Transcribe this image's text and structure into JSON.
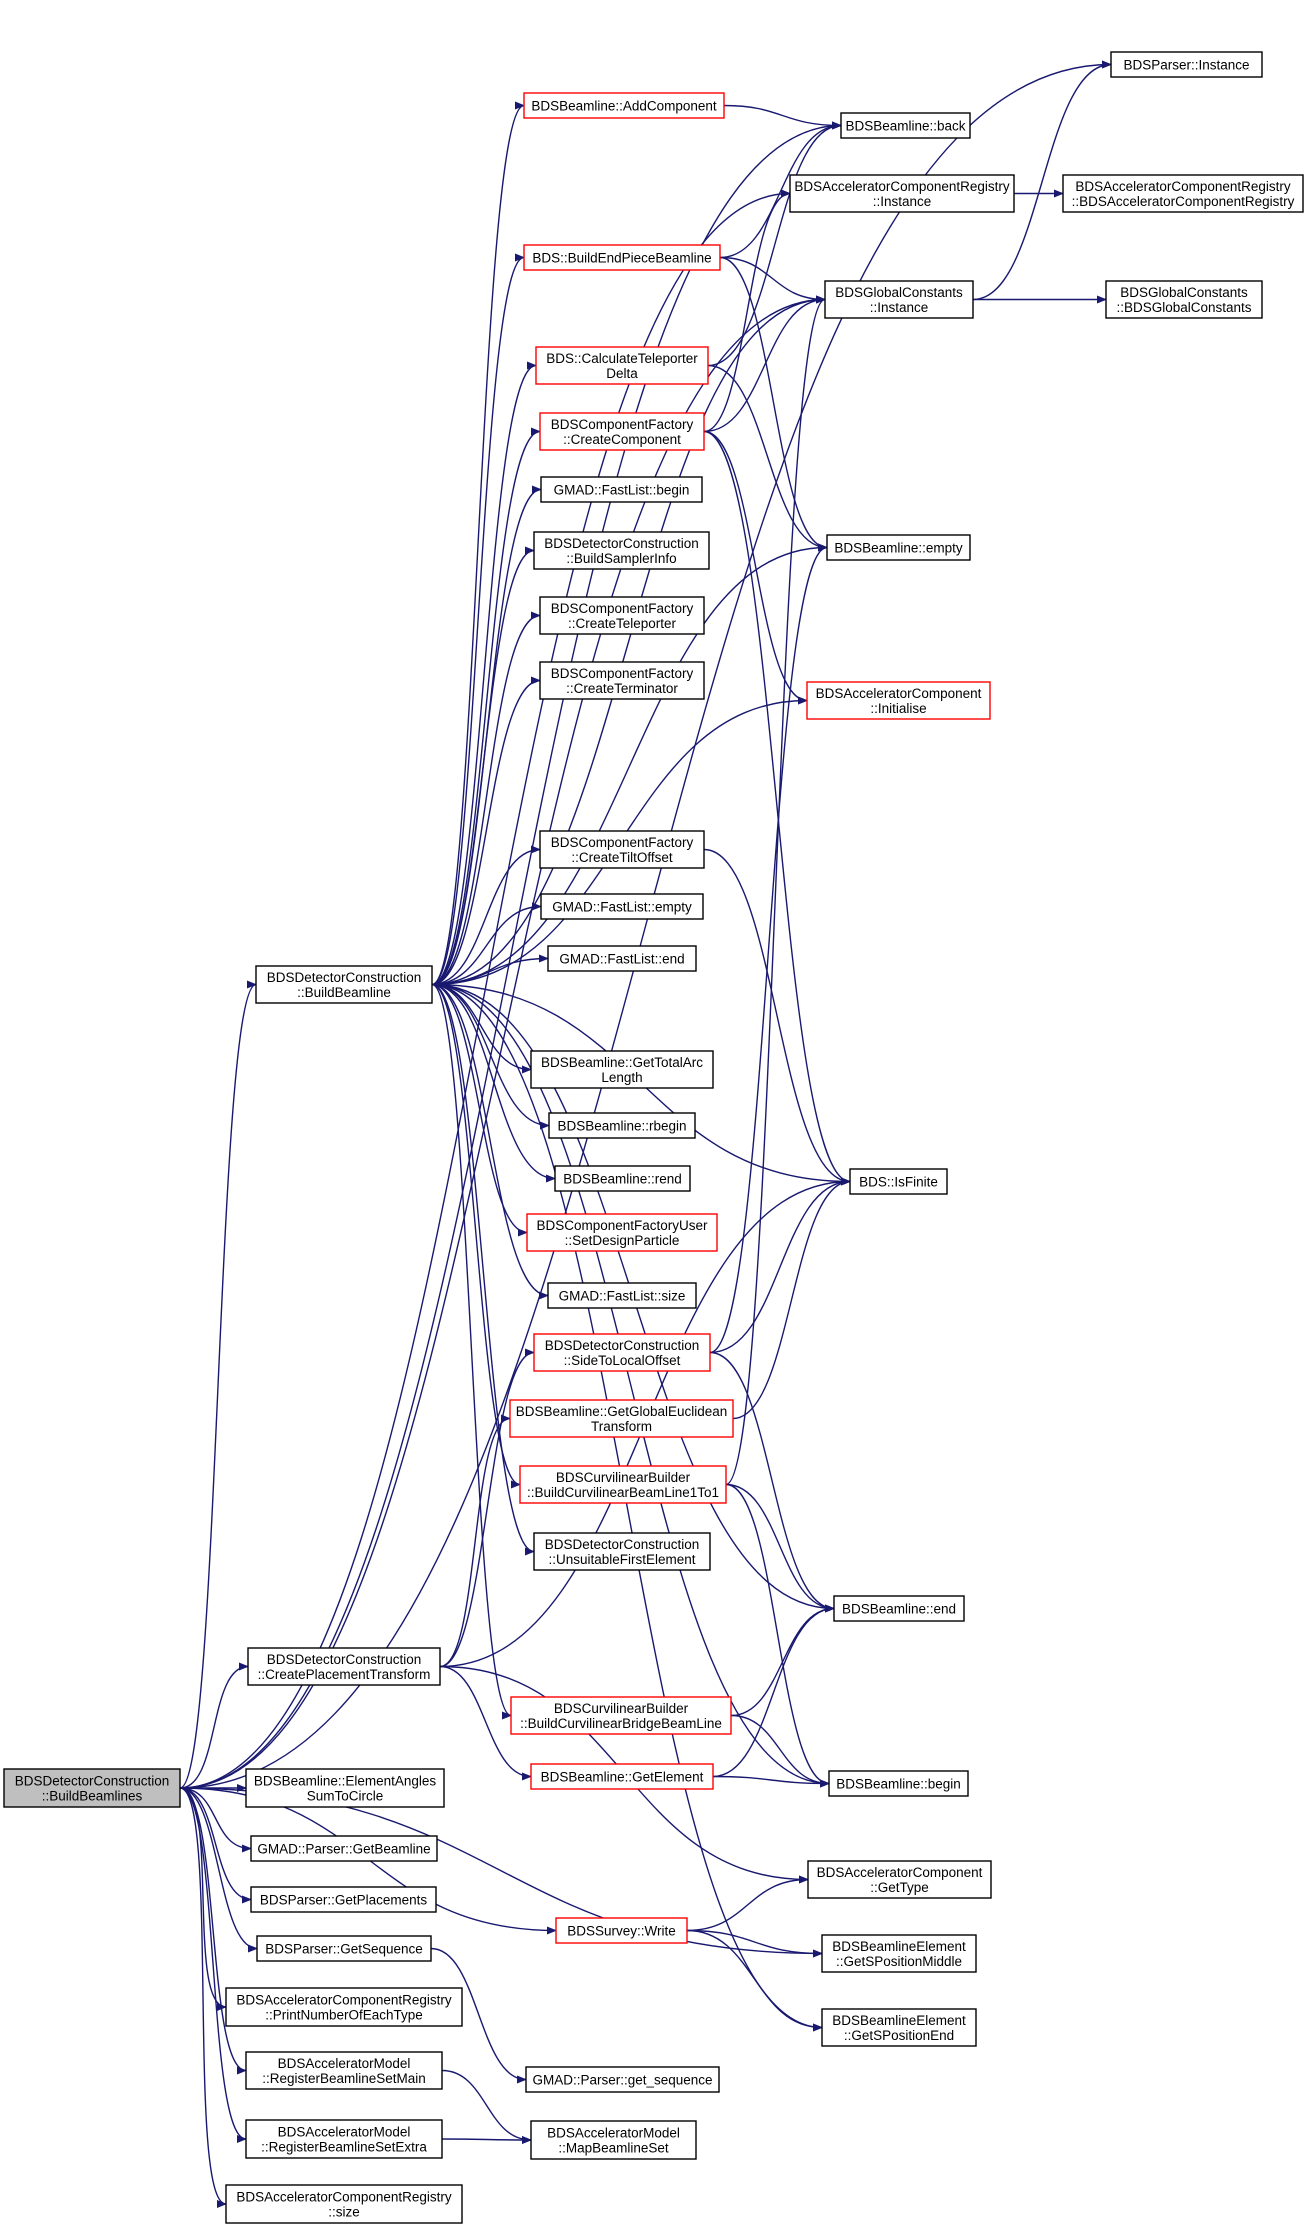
{
  "colors": {
    "edge": "#191970",
    "root_fill": "#bfbfbf",
    "node_fill": "#ffffff",
    "node_border": "#000000",
    "incomplete_border": "#ff0000"
  },
  "nodes": [
    {
      "id": "root",
      "lines": [
        "BDSDetectorConstruction",
        "::BuildBeamlines"
      ],
      "style": "root"
    },
    {
      "id": "parser_instance",
      "lines": [
        "BDSParser::Instance"
      ],
      "style": "normal"
    },
    {
      "id": "bl_back",
      "lines": [
        "BDSBeamline::back"
      ],
      "style": "normal"
    },
    {
      "id": "addcomponent",
      "lines": [
        "BDSBeamline::AddComponent"
      ],
      "style": "incomplete"
    },
    {
      "id": "acr_instance",
      "lines": [
        "BDSAcceleratorComponentRegistry",
        "::Instance"
      ],
      "style": "normal"
    },
    {
      "id": "acr_ctor",
      "lines": [
        "BDSAcceleratorComponentRegistry",
        "::BDSAcceleratorComponentRegistry"
      ],
      "style": "normal"
    },
    {
      "id": "buildendpiece",
      "lines": [
        "BDS::BuildEndPieceBeamline"
      ],
      "style": "incomplete"
    },
    {
      "id": "gc_instance",
      "lines": [
        "BDSGlobalConstants",
        "::Instance"
      ],
      "style": "normal"
    },
    {
      "id": "gc_ctor",
      "lines": [
        "BDSGlobalConstants",
        "::BDSGlobalConstants"
      ],
      "style": "normal"
    },
    {
      "id": "calcteleporter",
      "lines": [
        "BDS::CalculateTeleporter",
        "Delta"
      ],
      "style": "incomplete"
    },
    {
      "id": "createcomponent",
      "lines": [
        "BDSComponentFactory",
        "::CreateComponent"
      ],
      "style": "incomplete"
    },
    {
      "id": "fl_begin",
      "lines": [
        "GMAD::FastList::begin"
      ],
      "style": "normal"
    },
    {
      "id": "bl_empty",
      "lines": [
        "BDSBeamline::empty"
      ],
      "style": "normal"
    },
    {
      "id": "buildsamplerinfo",
      "lines": [
        "BDSDetectorConstruction",
        "::BuildSamplerInfo"
      ],
      "style": "normal"
    },
    {
      "id": "createteleporter",
      "lines": [
        "BDSComponentFactory",
        "::CreateTeleporter"
      ],
      "style": "normal"
    },
    {
      "id": "createterminator",
      "lines": [
        "BDSComponentFactory",
        "::CreateTerminator"
      ],
      "style": "normal"
    },
    {
      "id": "ac_initialise",
      "lines": [
        "BDSAcceleratorComponent",
        "::Initialise"
      ],
      "style": "incomplete"
    },
    {
      "id": "createtiltoffset",
      "lines": [
        "BDSComponentFactory",
        "::CreateTiltOffset"
      ],
      "style": "normal"
    },
    {
      "id": "fl_empty",
      "lines": [
        "GMAD::FastList::empty"
      ],
      "style": "normal"
    },
    {
      "id": "fl_end",
      "lines": [
        "GMAD::FastList::end"
      ],
      "style": "normal"
    },
    {
      "id": "buildbeamline",
      "lines": [
        "BDSDetectorConstruction",
        "::BuildBeamline"
      ],
      "style": "normal"
    },
    {
      "id": "gettotalarc",
      "lines": [
        "BDSBeamline::GetTotalArc",
        "Length"
      ],
      "style": "normal"
    },
    {
      "id": "bl_rbegin",
      "lines": [
        "BDSBeamline::rbegin"
      ],
      "style": "normal"
    },
    {
      "id": "bl_rend",
      "lines": [
        "BDSBeamline::rend"
      ],
      "style": "normal"
    },
    {
      "id": "isfinite",
      "lines": [
        "BDS::IsFinite"
      ],
      "style": "normal"
    },
    {
      "id": "setdesignparticle",
      "lines": [
        "BDSComponentFactoryUser",
        "::SetDesignParticle"
      ],
      "style": "incomplete"
    },
    {
      "id": "fl_size",
      "lines": [
        "GMAD::FastList::size"
      ],
      "style": "normal"
    },
    {
      "id": "sidetolocal",
      "lines": [
        "BDSDetectorConstruction",
        "::SideToLocalOffset"
      ],
      "style": "incomplete"
    },
    {
      "id": "getglobaleuclid",
      "lines": [
        "BDSBeamline::GetGlobalEuclidean",
        "Transform"
      ],
      "style": "incomplete"
    },
    {
      "id": "buildcurv1to1",
      "lines": [
        "BDSCurvilinearBuilder",
        "::BuildCurvilinearBeamLine1To1"
      ],
      "style": "incomplete"
    },
    {
      "id": "unsuitablefirst",
      "lines": [
        "BDSDetectorConstruction",
        "::UnsuitableFirstElement"
      ],
      "style": "normal"
    },
    {
      "id": "bl_end",
      "lines": [
        "BDSBeamline::end"
      ],
      "style": "normal"
    },
    {
      "id": "createplacement",
      "lines": [
        "BDSDetectorConstruction",
        "::CreatePlacementTransform"
      ],
      "style": "normal"
    },
    {
      "id": "buildcurvbridge",
      "lines": [
        "BDSCurvilinearBuilder",
        "::BuildCurvilinearBridgeBeamLine"
      ],
      "style": "incomplete"
    },
    {
      "id": "bl_begin",
      "lines": [
        "BDSBeamline::begin"
      ],
      "style": "normal"
    },
    {
      "id": "getelement",
      "lines": [
        "BDSBeamline::GetElement"
      ],
      "style": "incomplete"
    },
    {
      "id": "elementangles",
      "lines": [
        "BDSBeamline::ElementAngles",
        "SumToCircle"
      ],
      "style": "normal"
    },
    {
      "id": "parser_getbeamline",
      "lines": [
        "GMAD::Parser::GetBeamline"
      ],
      "style": "normal"
    },
    {
      "id": "getplacements",
      "lines": [
        "BDSParser::GetPlacements"
      ],
      "style": "normal"
    },
    {
      "id": "ac_gettype",
      "lines": [
        "BDSAcceleratorComponent",
        "::GetType"
      ],
      "style": "normal"
    },
    {
      "id": "survey_write",
      "lines": [
        "BDSSurvey::Write"
      ],
      "style": "incomplete"
    },
    {
      "id": "getsequence",
      "lines": [
        "BDSParser::GetSequence"
      ],
      "style": "normal"
    },
    {
      "id": "getsposmiddle",
      "lines": [
        "BDSBeamlineElement",
        "::GetSPositionMiddle"
      ],
      "style": "normal"
    },
    {
      "id": "printnumber",
      "lines": [
        "BDSAcceleratorComponentRegistry",
        "::PrintNumberOfEachType"
      ],
      "style": "normal"
    },
    {
      "id": "getsposend",
      "lines": [
        "BDSBeamlineElement",
        "::GetSPositionEnd"
      ],
      "style": "normal"
    },
    {
      "id": "registermain",
      "lines": [
        "BDSAcceleratorModel",
        "::RegisterBeamlineSetMain"
      ],
      "style": "normal"
    },
    {
      "id": "get_sequence",
      "lines": [
        "GMAD::Parser::get_sequence"
      ],
      "style": "normal"
    },
    {
      "id": "registerextra",
      "lines": [
        "BDSAcceleratorModel",
        "::RegisterBeamlineSetExtra"
      ],
      "style": "normal"
    },
    {
      "id": "mapbeamlineset",
      "lines": [
        "BDSAcceleratorModel",
        "::MapBeamlineSet"
      ],
      "style": "normal"
    },
    {
      "id": "acr_size",
      "lines": [
        "BDSAcceleratorComponentRegistry",
        "::size"
      ],
      "style": "normal"
    }
  ],
  "edges": [
    [
      "root",
      "parser_instance"
    ],
    [
      "root",
      "bl_back"
    ],
    [
      "root",
      "acr_instance"
    ],
    [
      "root",
      "gc_instance"
    ],
    [
      "root",
      "buildbeamline"
    ],
    [
      "root",
      "createplacement"
    ],
    [
      "root",
      "elementangles"
    ],
    [
      "root",
      "parser_getbeamline"
    ],
    [
      "root",
      "getplacements"
    ],
    [
      "root",
      "getsequence"
    ],
    [
      "root",
      "printnumber"
    ],
    [
      "root",
      "registermain"
    ],
    [
      "root",
      "registerextra"
    ],
    [
      "root",
      "acr_size"
    ],
    [
      "root",
      "survey_write"
    ],
    [
      "root",
      "getsposmiddle"
    ],
    [
      "addcomponent",
      "bl_back"
    ],
    [
      "acr_instance",
      "acr_ctor"
    ],
    [
      "buildendpiece",
      "bl_back"
    ],
    [
      "buildendpiece",
      "gc_instance"
    ],
    [
      "buildendpiece",
      "bl_empty"
    ],
    [
      "gc_instance",
      "parser_instance"
    ],
    [
      "gc_instance",
      "gc_ctor"
    ],
    [
      "calcteleporter",
      "bl_back"
    ],
    [
      "calcteleporter",
      "bl_empty"
    ],
    [
      "createcomponent",
      "acr_instance"
    ],
    [
      "createcomponent",
      "gc_instance"
    ],
    [
      "createcomponent",
      "ac_initialise"
    ],
    [
      "createcomponent",
      "isfinite"
    ],
    [
      "buildbeamline",
      "addcomponent"
    ],
    [
      "buildbeamline",
      "buildendpiece"
    ],
    [
      "buildbeamline",
      "gc_instance"
    ],
    [
      "buildbeamline",
      "calcteleporter"
    ],
    [
      "buildbeamline",
      "createcomponent"
    ],
    [
      "buildbeamline",
      "fl_begin"
    ],
    [
      "buildbeamline",
      "buildsamplerinfo"
    ],
    [
      "buildbeamline",
      "createteleporter"
    ],
    [
      "buildbeamline",
      "createterminator"
    ],
    [
      "buildbeamline",
      "bl_empty"
    ],
    [
      "buildbeamline",
      "ac_initialise"
    ],
    [
      "buildbeamline",
      "createtiltoffset"
    ],
    [
      "buildbeamline",
      "fl_empty"
    ],
    [
      "buildbeamline",
      "fl_end"
    ],
    [
      "buildbeamline",
      "gettotalarc"
    ],
    [
      "buildbeamline",
      "bl_rbegin"
    ],
    [
      "buildbeamline",
      "bl_rend"
    ],
    [
      "buildbeamline",
      "setdesignparticle"
    ],
    [
      "buildbeamline",
      "fl_size"
    ],
    [
      "buildbeamline",
      "isfinite"
    ],
    [
      "buildbeamline",
      "buildcurv1to1"
    ],
    [
      "buildbeamline",
      "unsuitablefirst"
    ],
    [
      "buildbeamline",
      "bl_end"
    ],
    [
      "buildbeamline",
      "buildcurvbridge"
    ],
    [
      "buildbeamline",
      "bl_begin"
    ],
    [
      "buildbeamline",
      "getsposend"
    ],
    [
      "createtiltoffset",
      "isfinite"
    ],
    [
      "sidetolocal",
      "isfinite"
    ],
    [
      "sidetolocal",
      "bl_empty"
    ],
    [
      "sidetolocal",
      "bl_end"
    ],
    [
      "getglobaleuclid",
      "isfinite"
    ],
    [
      "buildcurv1to1",
      "gc_instance"
    ],
    [
      "buildcurv1to1",
      "bl_end"
    ],
    [
      "buildcurv1to1",
      "bl_begin"
    ],
    [
      "createplacement",
      "sidetolocal"
    ],
    [
      "createplacement",
      "getglobaleuclid"
    ],
    [
      "createplacement",
      "isfinite"
    ],
    [
      "createplacement",
      "getelement"
    ],
    [
      "createplacement",
      "ac_gettype"
    ],
    [
      "buildcurvbridge",
      "bl_end"
    ],
    [
      "buildcurvbridge",
      "bl_begin"
    ],
    [
      "getelement",
      "bl_end"
    ],
    [
      "getelement",
      "bl_begin"
    ],
    [
      "survey_write",
      "ac_gettype"
    ],
    [
      "survey_write",
      "getsposmiddle"
    ],
    [
      "survey_write",
      "getsposend"
    ],
    [
      "getsequence",
      "get_sequence"
    ],
    [
      "registermain",
      "mapbeamlineset"
    ],
    [
      "registerextra",
      "mapbeamlineset"
    ]
  ]
}
